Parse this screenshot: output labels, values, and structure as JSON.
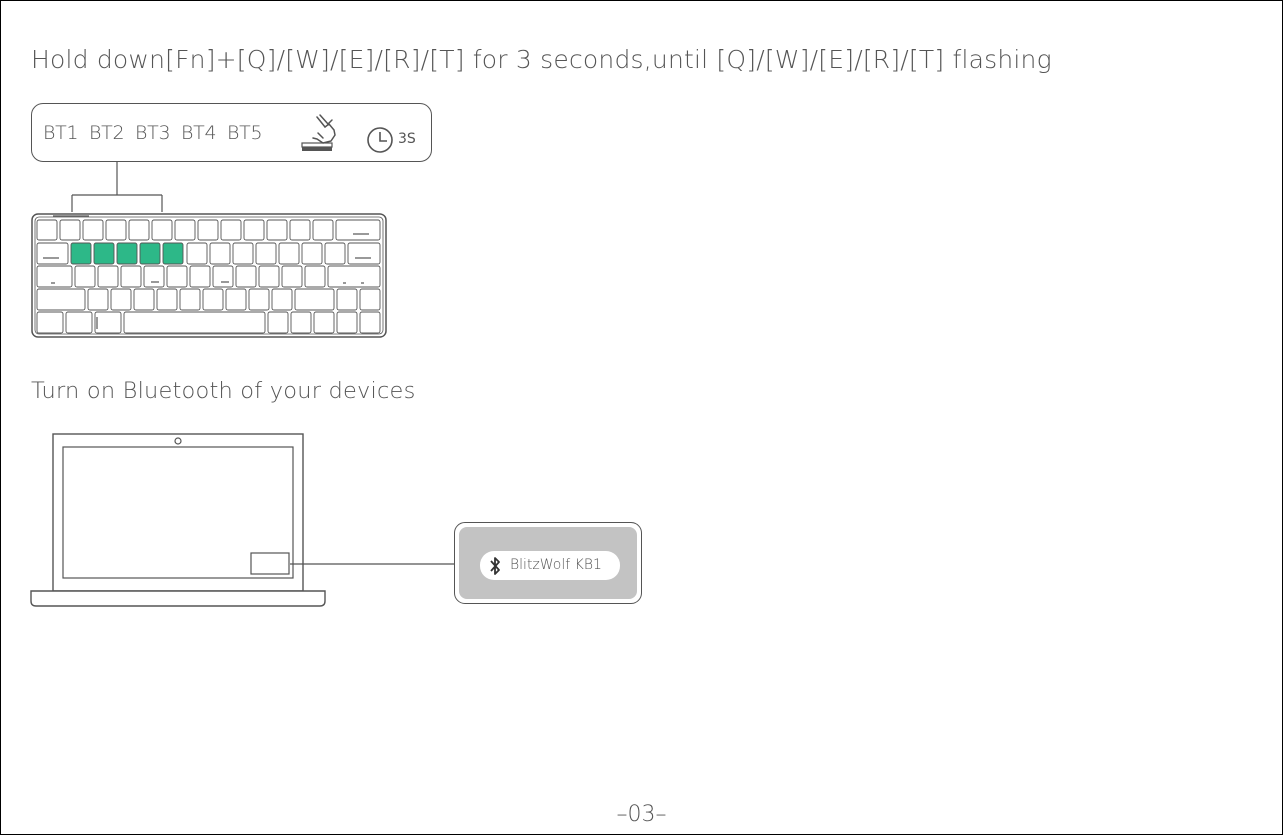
{
  "instructions": {
    "step1": "Hold down[Fn]+[Q]/[W]/[E]/[R]/[T] for 3 seconds,until [Q]/[W]/[E]/[R]/[T] flashing",
    "step2": "Turn on Bluetooth of your devices"
  },
  "bluetooth_channels": [
    "BT1",
    "BT2",
    "BT3",
    "BT4",
    "BT5"
  ],
  "timer_label": "3S",
  "icons": {
    "press": "finger-press-key-icon",
    "timer": "clock-icon",
    "bluetooth": "bluetooth-icon"
  },
  "keyboard": {
    "highlighted_keys": [
      "Q",
      "W",
      "E",
      "R",
      "T"
    ],
    "highlight_color": "#2db888"
  },
  "device_popup": {
    "device_name": "BlitzWolf KB1"
  },
  "footer": {
    "page_number": "–03–"
  },
  "colors": {
    "line": "#555555",
    "popup_fill": "#c3c3c3",
    "highlight": "#2db888"
  }
}
